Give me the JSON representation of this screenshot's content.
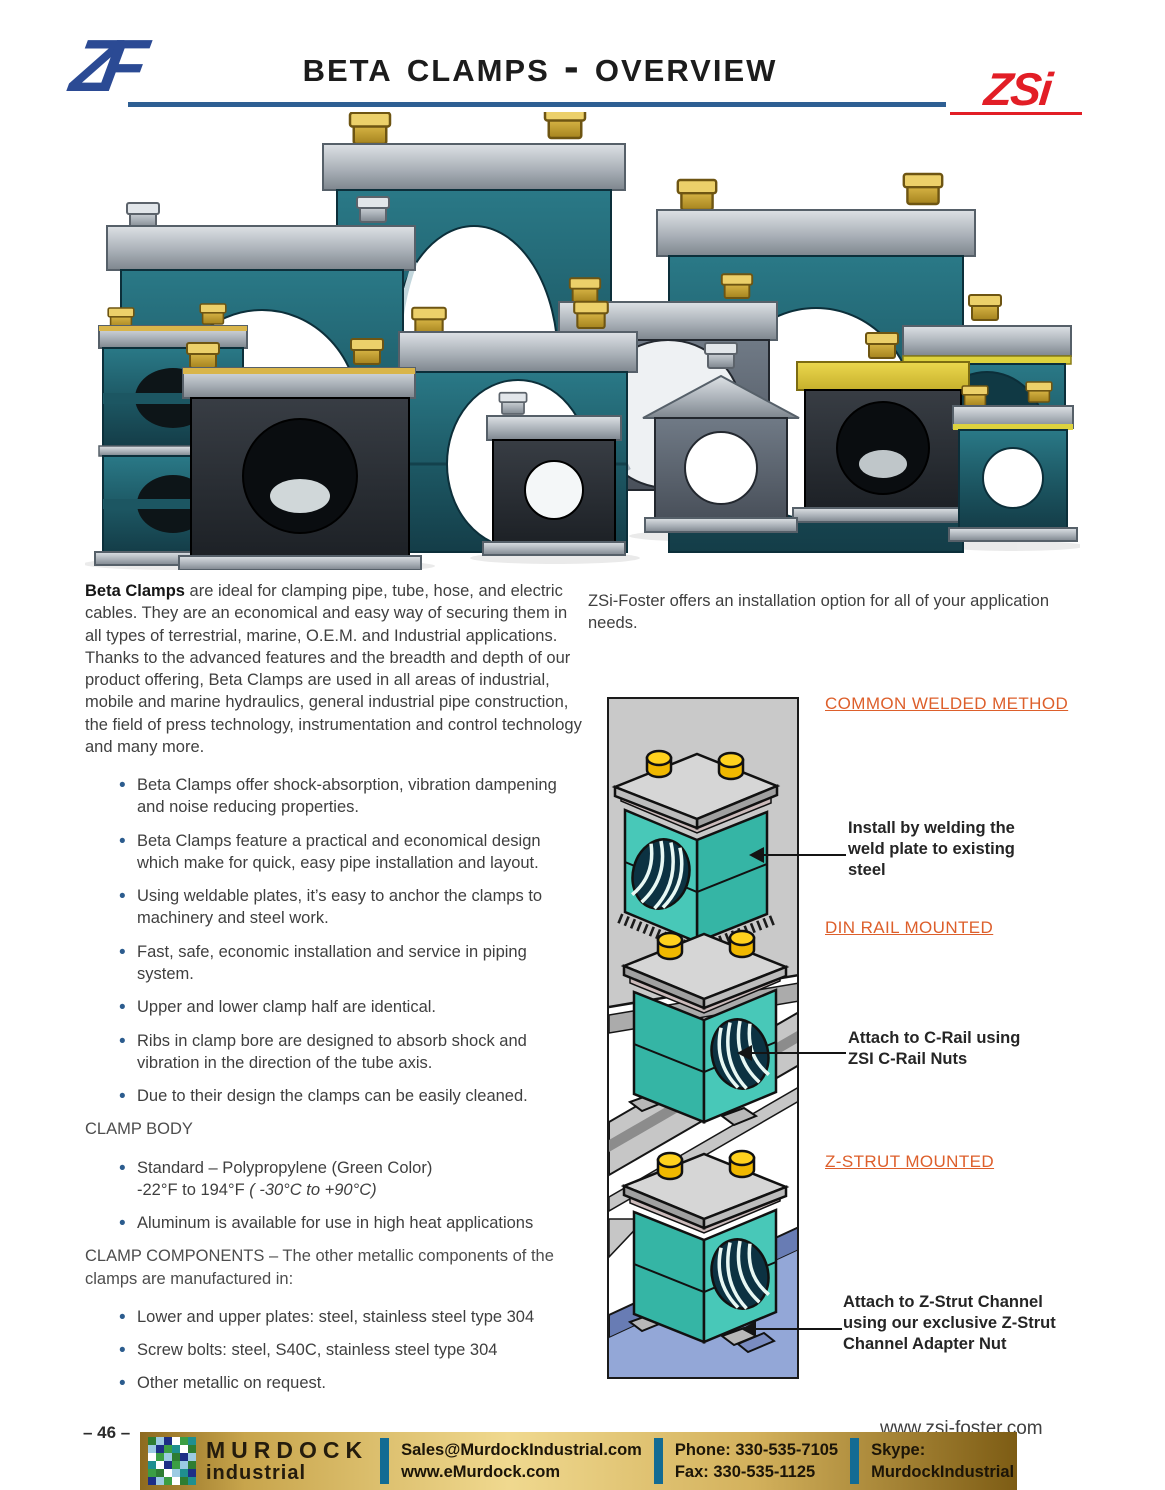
{
  "header": {
    "zf": "ZF",
    "title": "Beta Clamps - Overview",
    "zsi": "ZSi"
  },
  "intro_left": {
    "lead": "Beta Clamps",
    "rest": " are ideal for clamping pipe, tube, hose, and electric cables.  They are an economical and easy way of securing them in all types of terrestrial, marine, O.E.M. and Industrial applications. Thanks to the advanced features and the breadth and depth of our product offering, Beta Clamps are used in all areas of industrial, mobile and marine hydraulics, general industrial pipe construction, the field of press technology, instrumentation and control technology and many more."
  },
  "features": [
    "Beta Clamps offer shock-absorption, vibration dampening and noise reducing properties.",
    "Beta Clamps feature a practical and economical design which make for quick, easy pipe installation and layout.",
    "Using weldable plates, it’s easy to anchor the clamps to machinery and steel work.",
    "Fast, safe, economic installation and service in piping system.",
    "Upper and lower clamp half are identical.",
    "Ribs in clamp bore are designed to absorb shock and vibration in the direction of the tube axis.",
    "Due to their design the clamps can be easily cleaned."
  ],
  "clamp_body": {
    "heading": "CLAMP BODY",
    "bullet1_line1": "Standard – Polypropylene (Green Color)",
    "bullet1_line2": "-22°F to 194°F ",
    "bullet1_line2_italic": "( -30°C to +90°C)",
    "bullet2": "Aluminum is available for use in high heat applications"
  },
  "clamp_components": {
    "heading": "CLAMP COMPONENTS – The other metallic components of the clamps are manufactured in:",
    "items": [
      "Lower and upper plates: steel, stainless steel type 304",
      "Screw bolts: steel, S40C, stainless steel type 304",
      "Other metallic on request."
    ]
  },
  "intro_right": {
    "text": "ZSi-Foster offers an installation option for all of your application needs."
  },
  "install_options": [
    {
      "heading": "COMMON WELDED METHOD",
      "note": "Install by welding the\nweld plate to existing\nsteel"
    },
    {
      "heading": "DIN RAIL MOUNTED",
      "note": "Attach to C-Rail using\nZSI C-Rail Nuts"
    },
    {
      "heading": "Z-STRUT MOUNTED",
      "note": "Attach to Z-Strut Channel\nusing our exclusive Z-Strut\nChannel Adapter Nut"
    }
  ],
  "footer": {
    "page_number": "– 46 –",
    "website": "www.zsi-foster.com",
    "murdock": {
      "name": "MURDOCK",
      "sub": "industrial",
      "email": "Sales@MurdockIndustrial.com",
      "web": "www.eMurdock.com",
      "phone": "Phone: 330-535-7105",
      "fax": "Fax: 330-535-1125",
      "skype_label": "Skype:",
      "skype_value": "MurdockIndustrial"
    }
  },
  "colors": {
    "accent_orange": "#dd5f2b",
    "rule_blue": "#2e5f93",
    "zsi_red": "#e21e26",
    "clamp_teal": "#45c4b3",
    "bolt_yellow": "#ffd21e",
    "strut_blue": "#93a7d7",
    "footer_gold": "#f0d98f",
    "divider_teal": "#136b93"
  }
}
